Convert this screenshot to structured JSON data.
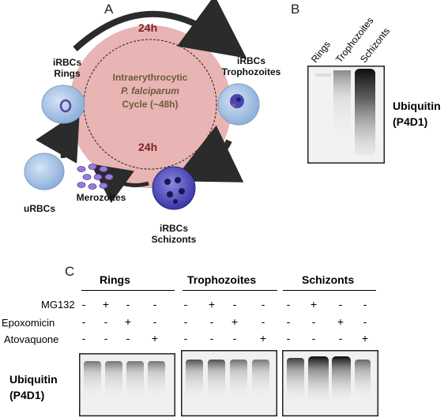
{
  "panel_a": {
    "letter": "A",
    "hours_top": "24h",
    "hours_bottom": "24h",
    "center_line1": "Intraerythrocytic",
    "center_line2": "P. falciparum",
    "center_line3": "Cycle (~48h)",
    "rings_l1": "iRBCs",
    "rings_l2": "Rings",
    "troph_l1": "iRBCs",
    "troph_l2": "Trophozoites",
    "schiz_l1": "iRBCs",
    "schiz_l2": "Schizonts",
    "merozoites": "Merozoites",
    "urbcs": "uRBCs"
  },
  "panel_b": {
    "letter": "B",
    "lanes": [
      "Rings",
      "Trophozoites",
      "Schizonts"
    ],
    "label_l1": "Ubiquitin",
    "label_l2": "(P4D1)"
  },
  "panel_c": {
    "letter": "C",
    "stages": [
      "Rings",
      "Trophozoites",
      "Schizonts"
    ],
    "treatments": [
      {
        "name": "MG132",
        "signs": [
          "-",
          "+",
          "-",
          "-"
        ]
      },
      {
        "name": "Epoxomicin",
        "signs": [
          "-",
          "-",
          "+",
          "-"
        ]
      },
      {
        "name": "Atovaquone",
        "signs": [
          "-",
          "-",
          "-",
          "+"
        ]
      }
    ],
    "label_l1": "Ubiquitin",
    "label_l2": "(P4D1)"
  },
  "colors": {
    "circle": "#e8b4b4",
    "arrow": "#2b2b2b",
    "hours": "#7a2323",
    "center_text": "#6b5b3a",
    "rbc": "#a9c3e4"
  }
}
